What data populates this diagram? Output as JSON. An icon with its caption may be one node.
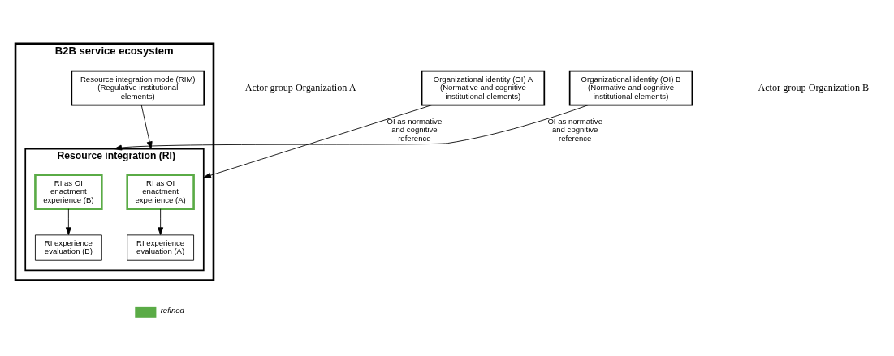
{
  "diagram": {
    "nodes": [
      {
        "text": [
          "B2B service ecosystem"
        ]
      },
      {
        "text": [
          "Resource integration mode (RIM) (Regulative institutional elements)"
        ],
        "in": 0
      },
      {
        "text": [
          "Resource integration (RI)"
        ],
        "in": 0
      },
      {
        "text": [
          "RI as OI enactment experience (A)"
        ],
        "in": 2
      },
      {
        "text": [
          "RI as OI enactment experience (B)"
        ],
        "in": 2
      },
      {
        "text": [
          "RI experience evaluation (A)"
        ],
        "in": 2
      },
      {
        "text": [
          "RI experience evaluation (B)"
        ],
        "in": 2
      },
      {
        "text": [
          "Organizational identity (OI) A (Normative and cognitive institutional elements)"
        ]
      },
      {
        "text": [
          "Organizational identity (OI) B (Normative and cognitive institutional elements)"
        ]
      }
    ],
    "edges": [
      {
        "from": 1,
        "to": 2,
        "arrow": "to"
      },
      {
        "from": 3,
        "to": 5,
        "arrow": "to"
      },
      {
        "from": 4,
        "to": 6,
        "arrow": "to"
      },
      {
        "from": 7,
        "to": 2,
        "label": "OI as normative and cognitive reference",
        "arrow": "to"
      },
      {
        "from": 8,
        "to": 2,
        "label": "OI as normative and cognitive reference",
        "arrow": "to"
      }
    ],
    "labels": [
      "Actor group Organization A",
      "Actor group Organization B"
    ],
    "legend": [
      {
        "text": "refined"
      }
    ]
  }
}
